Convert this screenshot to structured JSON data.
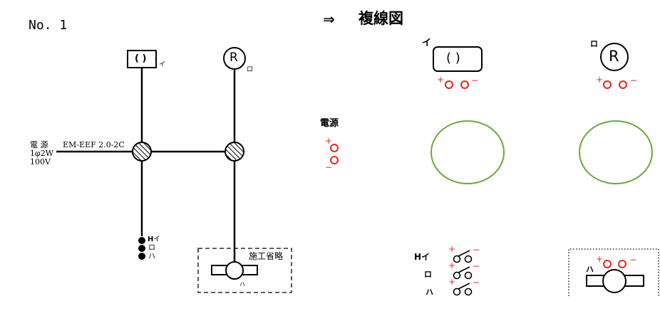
{
  "header": {
    "problem_number": "No. 1",
    "arrow": "⇒",
    "title": "複線図"
  },
  "colors": {
    "terminal_red": "#e8251f",
    "box_green": "#6aaa3a",
    "line_black": "#000000"
  },
  "single_line": {
    "power_label": "電 源",
    "power_spec": "1φ2W",
    "power_voltage": "100V",
    "cable_label": "EM-EEF 2.0-2C",
    "lamp_i_symbol": "( )",
    "lamp_i_label": "イ",
    "lamp_ro_symbol": "R",
    "lamp_ro_label": "ロ",
    "switch_labels": [
      "H",
      "イ",
      "ロ",
      "ハ"
    ],
    "omit_label": "施工省略",
    "fixture_label": "ハ"
  },
  "multi_line": {
    "lamp_i_label": "イ",
    "lamp_i_symbol": "( )",
    "lamp_ro_label": "ロ",
    "lamp_ro_symbol": "R",
    "plus": "+",
    "minus": "−",
    "power_label": "電源",
    "switch_labels": [
      "Hイ",
      "ロ",
      "ハ"
    ],
    "fixture_label": "ハ"
  }
}
